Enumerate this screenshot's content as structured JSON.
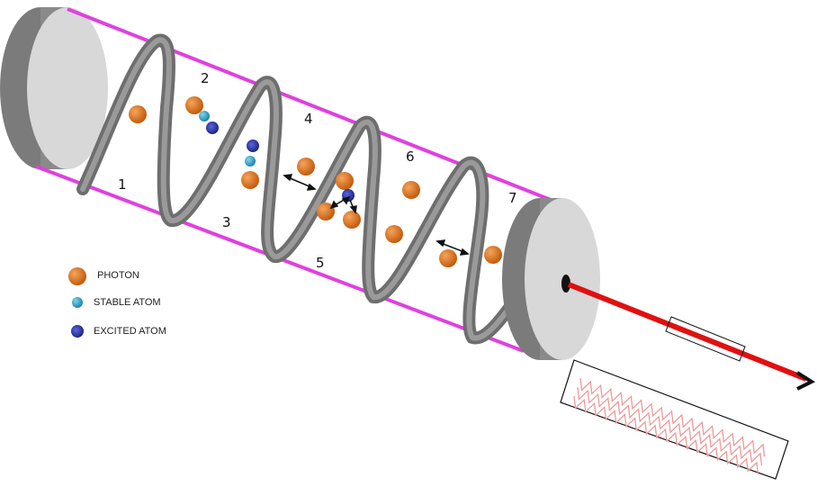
{
  "diagram": {
    "region_numbers": [
      "1",
      "2",
      "3",
      "4",
      "5",
      "6",
      "7"
    ],
    "legend": [
      {
        "label": "PHOTON",
        "icon": "photon-icon"
      },
      {
        "label": "STABLE ATOM",
        "icon": "stable-atom-icon"
      },
      {
        "label": "EXCITED ATOM",
        "icon": "excited-atom-icon"
      }
    ],
    "colors": {
      "tube_outline": "#e040e0",
      "coil": "#6e6e6e",
      "mirror_face": "#d8d8d8",
      "mirror_edge": "#8a8a8a",
      "photon": "#d9731c",
      "stable_atom": "#2fa6c8",
      "excited_atom": "#2a36b8",
      "laser_beam": "#e01010",
      "wave": "#ee9a9a"
    }
  }
}
